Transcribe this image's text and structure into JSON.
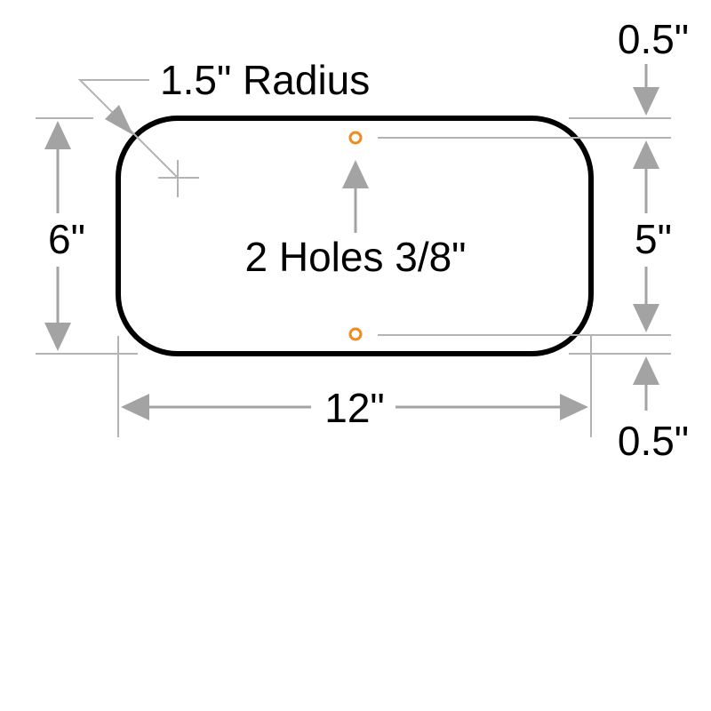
{
  "labels": {
    "radius": "1.5\" Radius",
    "height": "6\"",
    "width": "12\"",
    "hole_spacing": "5\"",
    "top_offset": "0.5\"",
    "bottom_offset": "0.5\"",
    "holes": "2 Holes 3/8\""
  },
  "colors": {
    "outline": "#000000",
    "dimension": "#a3a3a3",
    "hole": "#f08a1e"
  }
}
